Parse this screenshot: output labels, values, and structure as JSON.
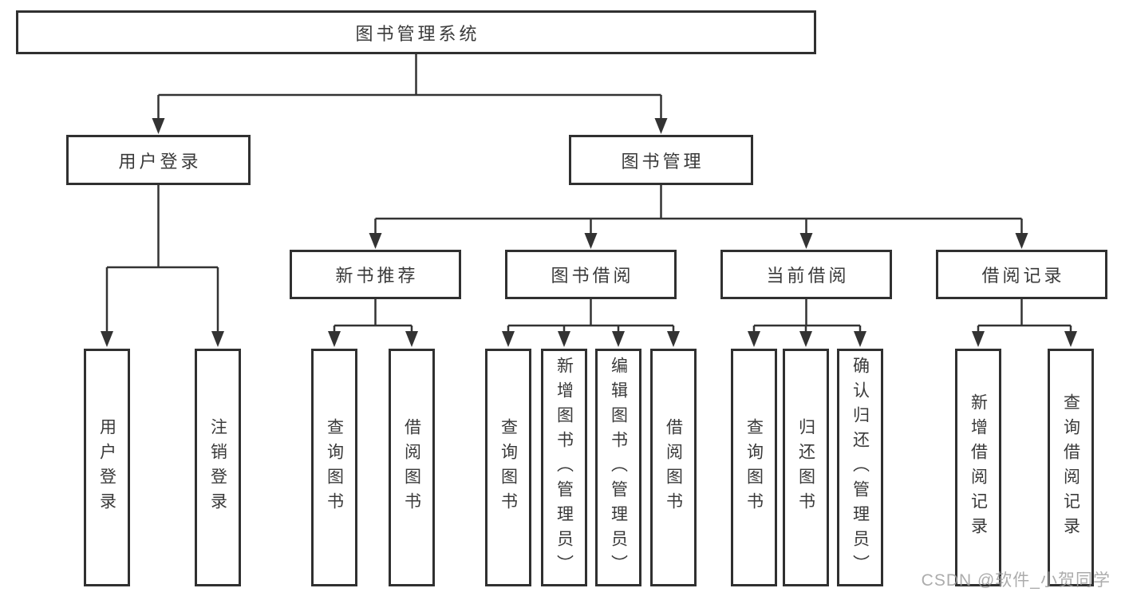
{
  "tree": {
    "root": "图书管理系统",
    "branches": [
      {
        "label": "用户登录",
        "leaves": [
          "用户登录",
          "注销登录"
        ]
      },
      {
        "label": "图书管理",
        "groups": [
          {
            "label": "新书推荐",
            "leaves": [
              "查询图书",
              "借阅图书"
            ]
          },
          {
            "label": "图书借阅",
            "leaves": [
              "查询图书",
              "新增图书（管理员）",
              "编辑图书（管理员）",
              "借阅图书"
            ]
          },
          {
            "label": "当前借阅",
            "leaves": [
              "查询图书",
              "归还图书",
              "确认归还（管理员）"
            ]
          },
          {
            "label": "借阅记录",
            "leaves": [
              "新增借阅记录",
              "查询借阅记录"
            ]
          }
        ]
      }
    ]
  },
  "watermark": "CSDN @软件_小贺同学",
  "colors": {
    "line": "#333333",
    "box_border": "#303030",
    "box_fill": "#ffffff",
    "text": "#3a3a3a",
    "watermark": "#9e9e9e",
    "background": "#ffffff"
  }
}
